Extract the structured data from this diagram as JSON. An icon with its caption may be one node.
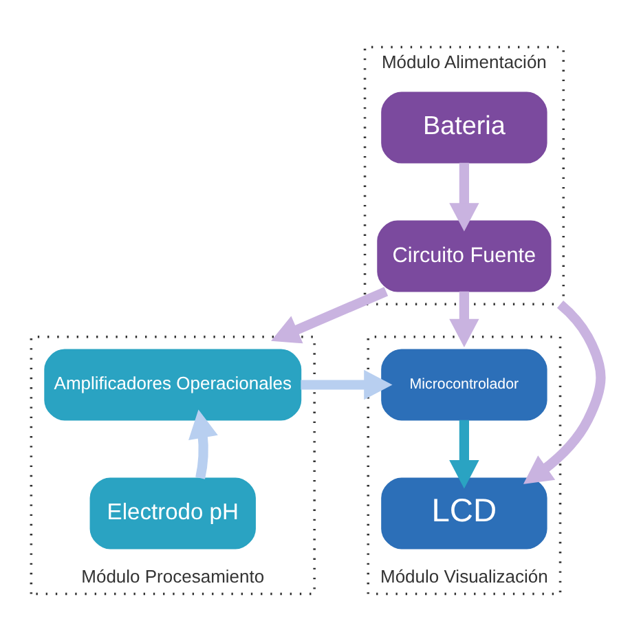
{
  "diagram": {
    "nodes": [
      {
        "text": [
          "Módulo Alimentación"
        ]
      },
      {
        "text": [
          "Bateria"
        ],
        "in": 0
      },
      {
        "text": [
          "Circuito Fuente"
        ],
        "in": 0
      },
      {
        "text": [
          "Módulo Procesamiento"
        ]
      },
      {
        "text": [
          "Amplificadores Operacionales"
        ],
        "in": 3
      },
      {
        "text": [
          "Electrodo pH"
        ],
        "in": 3
      },
      {
        "text": [
          "Módulo Visualización"
        ]
      },
      {
        "text": [
          "Microcontrolador"
        ],
        "in": 6
      },
      {
        "text": [
          "LCD"
        ],
        "in": 6
      }
    ],
    "edges": [
      {
        "from": 1,
        "to": 2,
        "arrow": "to"
      },
      {
        "from": 2,
        "to": 3,
        "arrow": "to"
      },
      {
        "from": 2,
        "to": 6,
        "arrow": "to"
      },
      {
        "from": 5,
        "to": 4,
        "arrow": "to",
        "color": "#b8cff0"
      },
      {
        "from": 4,
        "to": 7,
        "arrow": "to",
        "color": "#b8cff0"
      },
      {
        "from": 7,
        "to": 8,
        "arrow": "to",
        "color": "#2aa3c2"
      },
      {
        "from": 0,
        "to": 8,
        "arrow": "to"
      }
    ]
  }
}
